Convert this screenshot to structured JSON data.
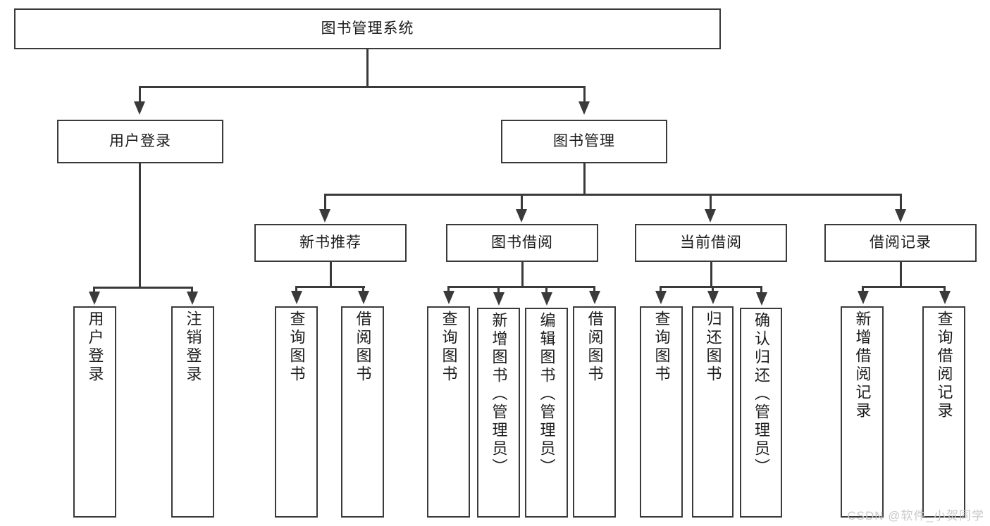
{
  "diagram": {
    "type": "tree-hierarchy-diagram",
    "title": "图书管理系统",
    "levels": {
      "root": {
        "label": "图书管理系统"
      },
      "level2": [
        {
          "label": "用户登录"
        },
        {
          "label": "图书管理"
        }
      ],
      "level3": [
        {
          "label": "新书推荐"
        },
        {
          "label": "图书借阅"
        },
        {
          "label": "当前借阅"
        },
        {
          "label": "借阅记录"
        }
      ],
      "leaves": {
        "user_login": [
          {
            "label": "用户登录"
          },
          {
            "label": "注销登录"
          }
        ],
        "new_book_recommend": [
          {
            "label": "查询图书"
          },
          {
            "label": "借阅图书"
          }
        ],
        "book_borrow": [
          {
            "label": "查询图书"
          },
          {
            "label": "新增图书（管理员）"
          },
          {
            "label": "编辑图书（管理员）"
          },
          {
            "label": "借阅图书"
          }
        ],
        "current_borrow": [
          {
            "label": "查询图书"
          },
          {
            "label": "归还图书"
          },
          {
            "label": "确认归还（管理员）"
          }
        ],
        "borrow_record": [
          {
            "label": "新增借阅记录"
          },
          {
            "label": "查询借阅记录"
          }
        ]
      }
    },
    "colors": {
      "box_border": "#3a3a3a",
      "box_fill": "#ffffff",
      "connector": "#3a3a3a",
      "text": "#1b1b1b",
      "watermark": "#c9c9c9"
    }
  },
  "watermark": {
    "text": "CSDN @软件_小贺同学"
  }
}
